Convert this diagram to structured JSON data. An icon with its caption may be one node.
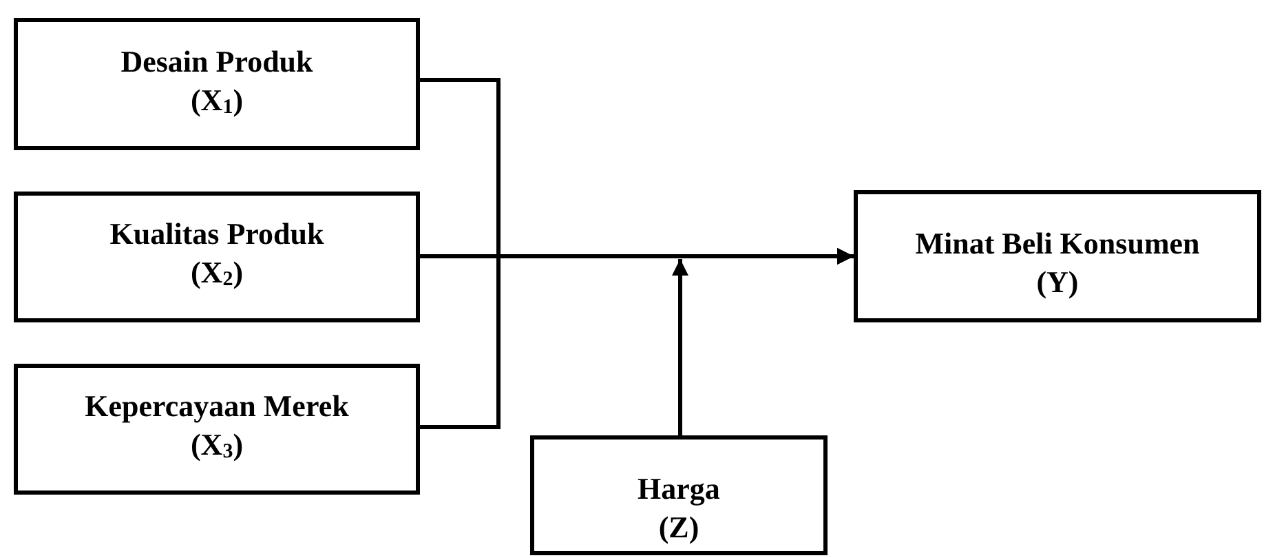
{
  "diagram": {
    "nodes": [
      {
        "text": [
          "Desain Produk",
          "(X$_{1}$)"
        ]
      },
      {
        "text": [
          "Kualitas Produk",
          "(X$_{2}$)"
        ]
      },
      {
        "text": [
          "Kepercayaan Merek",
          "(X$_{3}$)"
        ]
      },
      {
        "text": [
          "Minat Beli Konsumen",
          "(Y)"
        ]
      },
      {
        "text": [
          "Harga",
          "(Z)"
        ]
      }
    ],
    "edges": [
      {
        "from": 0,
        "to": 3,
        "arrow": "to"
      },
      {
        "from": 1,
        "to": 3,
        "arrow": "to"
      },
      {
        "from": 2,
        "to": 3,
        "arrow": "to"
      },
      {
        "from": 4,
        "to": null,
        "arrow": "to"
      }
    ]
  }
}
